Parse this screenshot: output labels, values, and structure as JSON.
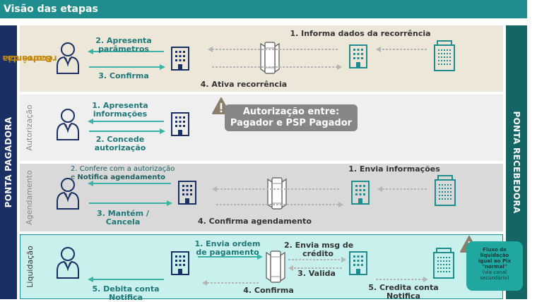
{
  "title": "Visão das etapas",
  "sides": {
    "left": "PONTA PAGADORA",
    "right": "PONTA RECEBEDORA"
  },
  "bands": [
    {
      "label_line1": "Dados da",
      "label_line2": "recorrência",
      "steps": {
        "s1": "1. Informa dados da recorrência",
        "s2a": "2. Apresenta",
        "s2b": "parâmetros",
        "s3": "3. Confirma",
        "s4": "4. Ativa recorrência"
      }
    },
    {
      "label": "Autorização",
      "steps": {
        "s1a": "1. Apresenta",
        "s1b": "informações",
        "s2a": "2. Concede",
        "s2b": "autorização"
      },
      "callout_line1": "Autorização entre:",
      "callout_line2": "Pagador e PSP Pagador"
    },
    {
      "label": "Agendamento",
      "steps": {
        "s1": "1. Envia informações",
        "s2a": "2. Confere com a autorização",
        "s2b_prefix": "e ",
        "s2b": "Notifica agendamento",
        "s3a": "3. Mantém /",
        "s3b": "Cancela",
        "s4": "4. Confirma agendamento"
      }
    },
    {
      "label": "Liquidação",
      "steps": {
        "s1a": "1. Envia ordem",
        "s1b": "de pagamento",
        "s2a": "2. Envia msg de",
        "s2b": "crédito",
        "s3": "3. Valida",
        "s4": "4. Confirma",
        "s5a": "5. Debita conta",
        "s5b": "Notifica",
        "s5c": "5. Credita conta",
        "s5d": "Notifica"
      },
      "note": {
        "line1": "Fluxo de",
        "line2": "liquidação",
        "line3": "igual ao Pix",
        "line4": "\"normal\"",
        "line5": "(via canal",
        "line6": "secundário)"
      }
    }
  ],
  "colors": {
    "teal": "#1f8d8d",
    "navy": "#1a2f63",
    "dark_teal": "#156565",
    "gold": "#c28a12",
    "arrow": "#3bb3a6",
    "icon_navy": "#1a2f63",
    "icon_teal": "#1f8d8d"
  }
}
